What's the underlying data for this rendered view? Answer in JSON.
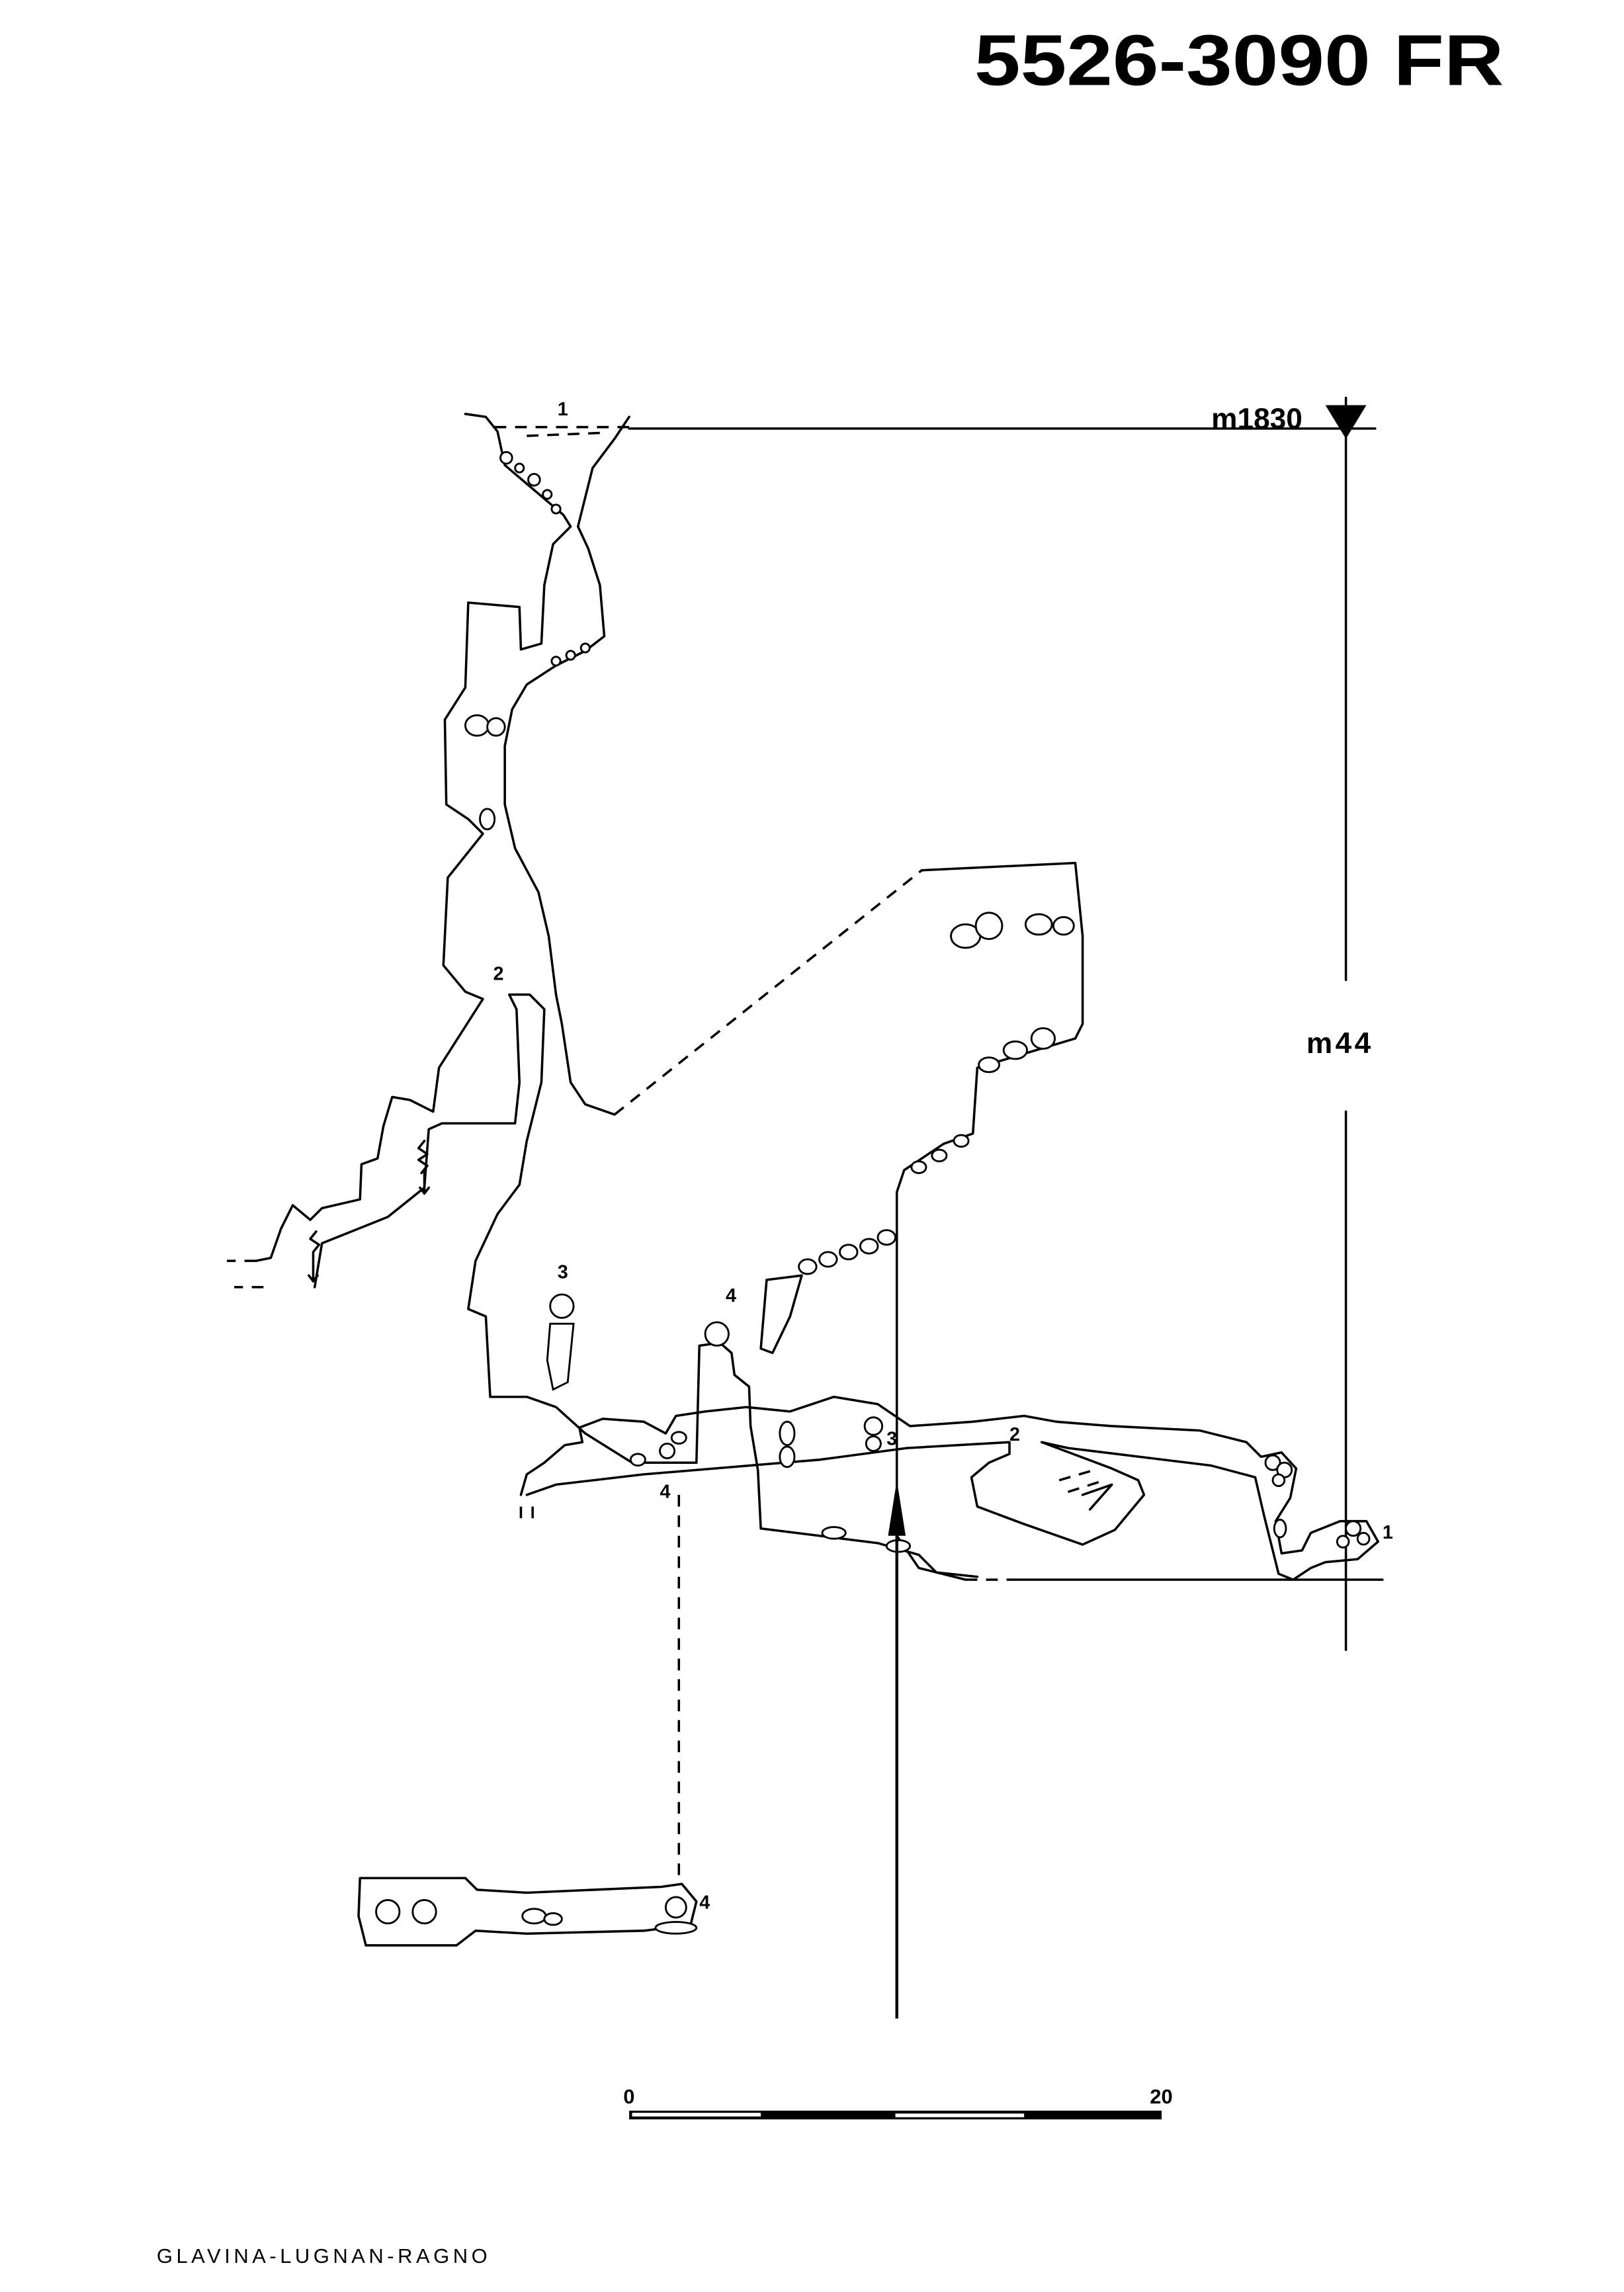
{
  "header": {
    "code": "5526-3090 FR"
  },
  "section": {
    "entrance_altitude": "m1830",
    "depth": "m44",
    "points": [
      "1",
      "2",
      "3",
      "4"
    ]
  },
  "plan": {
    "points": [
      "4",
      "3",
      "2",
      "1"
    ],
    "lower_level_point": "4"
  },
  "scale_bar": {
    "start": "0",
    "end": "20"
  },
  "footer": {
    "cave_name": "GLAVINA-LUGNAN-RAGNO"
  }
}
